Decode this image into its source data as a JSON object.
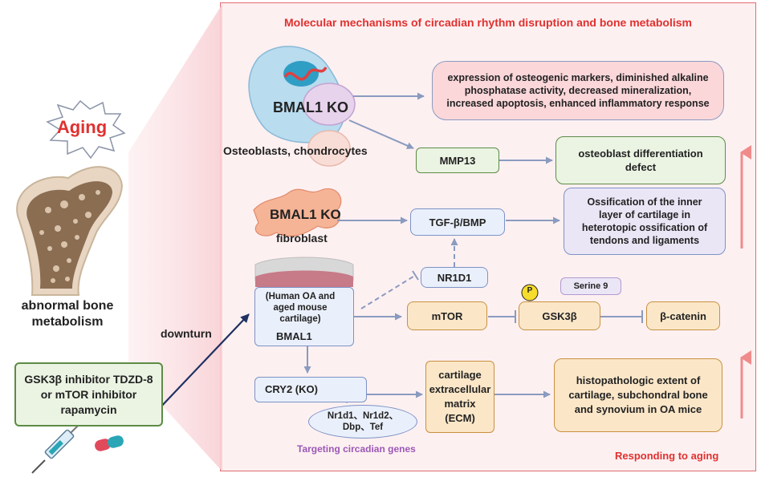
{
  "title": "Molecular mechanisms of circadian rhythm disruption and bone metabolism",
  "left": {
    "aging_label": "Aging",
    "abnormal_label": "abnormal bone metabolism",
    "downturn_label": "downturn",
    "inhibitor_text": "GSK3β inhibitor TDZD-8 or mTOR inhibitor rapamycin"
  },
  "cells": {
    "osteo_ko": "BMAL1 KO",
    "osteo_caption": "Osteoblasts, chondrocytes",
    "fibro_ko": "BMAL1 KO",
    "fibro_caption": "fibroblast"
  },
  "nodes": {
    "osteogenic_effects": "expression of osteogenic markers, diminished alkaline phosphatase activity, decreased mineralization, increased apoptosis, enhanced inflammatory response",
    "mmp13": "MMP13",
    "osteoblast_defect": "osteoblast differentiation defect",
    "tgf_bmp": "TGF-β/BMP",
    "ossification": "Ossification of the inner layer of cartilage in heterotopic ossification of tendons and ligaments",
    "nr1d1": "NR1D1",
    "bmal1_context": "(Human OA and aged mouse cartilage)",
    "bmal1": "BMAL1",
    "mtor": "mTOR",
    "gsk3b": "GSK3β",
    "phospho": "P",
    "serine9": "Serine 9",
    "beta_catenin": "β-catenin",
    "cry2": "CRY2 (KO)",
    "clock_genes": "Nr1d1、Nr1d2、Dbp、Tef",
    "targeting_label": "Targeting circadian genes",
    "ecm": "cartilage extracellular matrix (ECM)",
    "histopathologic": "histopathologic extent of cartilage, subchondral bone and synovium in OA mice",
    "responding_label": "Responding to aging"
  },
  "colors": {
    "panel_border": "#e46b70",
    "title_red": "#e0312f",
    "arrow": "#8a9bbf",
    "inhibit_dark": "#2b3f73",
    "up_arrow": "#f08b8b",
    "green_fill": "#ebf4e3",
    "green_border": "#5d8b45",
    "blue_fill": "#eaf0fb",
    "blue_border": "#7d92c6",
    "orange_fill": "#fbe7c8",
    "orange_border": "#c8913f",
    "pink_fill": "#fbd7da",
    "purple_label": "#9b59b6"
  }
}
